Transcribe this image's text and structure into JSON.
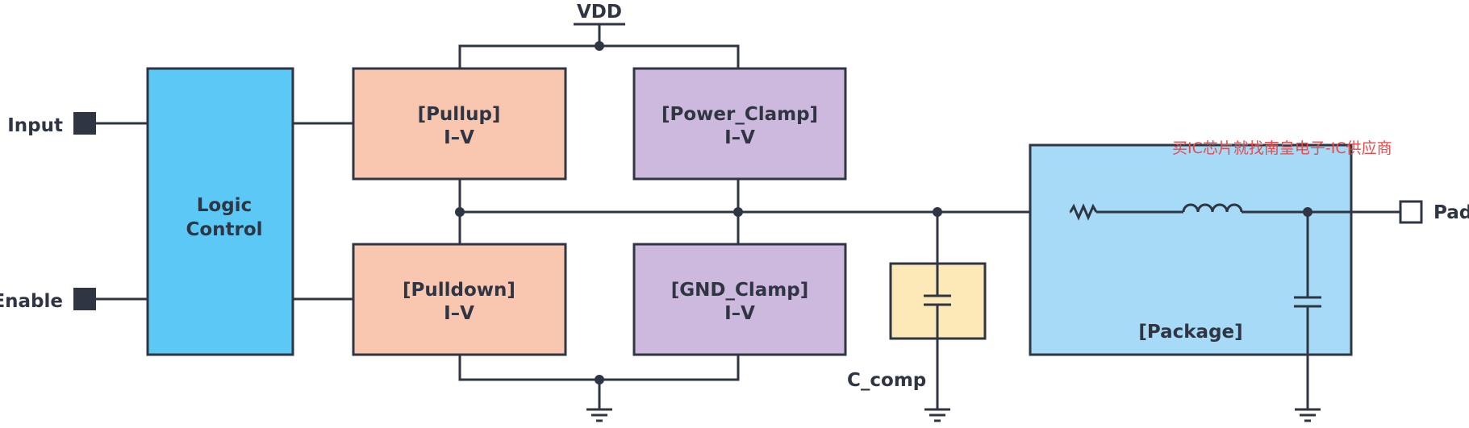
{
  "supply": {
    "label": "VDD"
  },
  "pins": {
    "input": "Input",
    "enable": "Enable",
    "pad": "Pad"
  },
  "blocks": {
    "logic_control": {
      "line1": "Logic",
      "line2": "Control"
    },
    "pullup": {
      "line1": "[Pullup]",
      "line2": "I–V"
    },
    "power_clamp": {
      "line1": "[Power_Clamp]",
      "line2": "I–V"
    },
    "pulldown": {
      "line1": "[Pulldown]",
      "line2": "I–V"
    },
    "gnd_clamp": {
      "line1": "[GND_Clamp]",
      "line2": "I–V"
    },
    "package": {
      "label": "[Package]"
    }
  },
  "components": {
    "c_comp": "C_comp"
  },
  "watermark": "买IC芯片就找南皇电子-IC供应商",
  "colors": {
    "wire": "#2f3542",
    "logic_fill": "#5bc8f5",
    "iv_driver_fill": "#f9c6b0",
    "clamp_fill": "#cdb9dd",
    "c_comp_fill": "#fde9b8",
    "package_fill": "#a6daf7",
    "watermark": "#e84a4a"
  },
  "icons": {
    "ground": "ground-symbol-icon",
    "resistor": "resistor-icon",
    "inductor": "inductor-icon",
    "capacitor": "capacitor-icon",
    "pin": "square-pin-icon"
  }
}
